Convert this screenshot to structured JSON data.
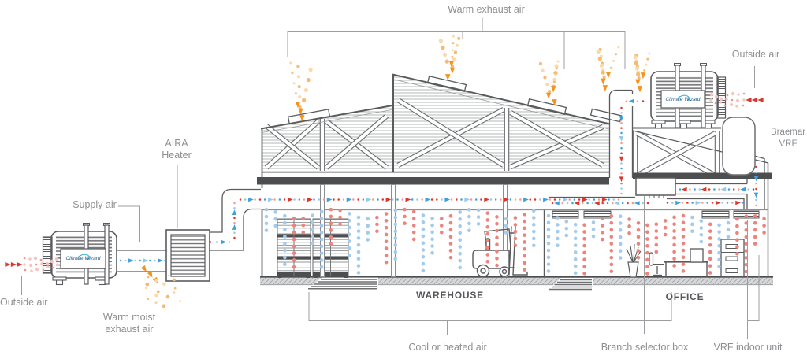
{
  "labels": {
    "warm_exhaust_air": "Warm exhaust air",
    "outside_air_top_right": "Outside air",
    "braemar_vrf_line1": "Braemar",
    "braemar_vrf_line2": "VRF",
    "aira_heater_line1": "AIRA",
    "aira_heater_line2": "Heater",
    "supply_air": "Supply air",
    "outside_air_left": "Outside air",
    "warm_moist_line1": "Warm moist",
    "warm_moist_line2": "exhaust air",
    "warehouse": "WAREHOUSE",
    "office": "OFFICE",
    "cool_or_heated_air": "Cool or heated air",
    "branch_selector_box": "Branch selector box",
    "vrf_indoor_unit": "VRF indoor unit",
    "unit_logo": "Climate Wizard"
  },
  "colors": {
    "outline": "#5a5b5d",
    "outline_mid": "#6d6e71",
    "line_light": "#9b9da0",
    "label_text": "#8d8f92",
    "room_label_text": "#55565a",
    "hot_red": "#d9382e",
    "red_soft": "#ef948d",
    "red_pale": "#f7c5c1",
    "interior_red": "#ec837d",
    "interior_blue": "#a2cbec",
    "flow_red": "#d9382e",
    "flow_red_light": "#f09b94",
    "flow_blue": "#41a0da",
    "flow_blue_light": "#96c9ec",
    "warm_orange": "#f6931e",
    "orange_soft": "#f8b973",
    "orange_pale": "#fcd9ab",
    "logo_blue": "#17588a",
    "swirl_blue": "#2aa7dd"
  }
}
